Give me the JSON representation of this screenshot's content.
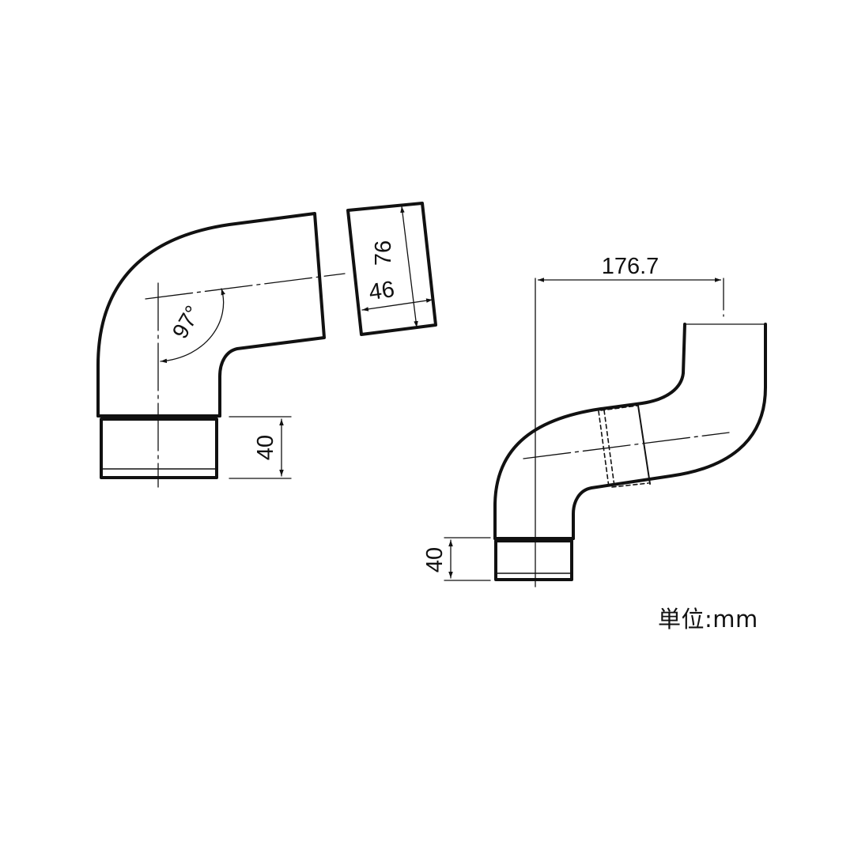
{
  "elbow": {
    "angle_label": "97°",
    "outer_diameter_label": "76",
    "inner_diameter_label": "46",
    "socket_depth_label": "40"
  },
  "offset": {
    "offset_length_label": "176.7",
    "socket_depth_label": "40"
  },
  "unit_label": "単位:mm",
  "colors": {
    "line": "#111111",
    "background": "#ffffff"
  }
}
